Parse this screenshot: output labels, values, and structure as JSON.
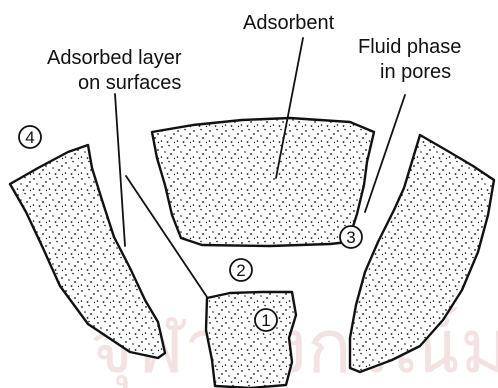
{
  "labels": {
    "adsorbent": "Adsorbent",
    "adsorbed_layer_line1": "Adsorbed layer",
    "adsorbed_layer_line2": "on surfaces",
    "fluid_phase_line1": "Fluid phase",
    "fluid_phase_line2": "in pores"
  },
  "markers": {
    "m1": "1",
    "m2": "2",
    "m3": "3",
    "m4": "4"
  },
  "watermark": "จุฬาลงกรณ์มหาวิทยาลัย",
  "colors": {
    "ink": "#111111",
    "watermark": "#e9cccc"
  }
}
